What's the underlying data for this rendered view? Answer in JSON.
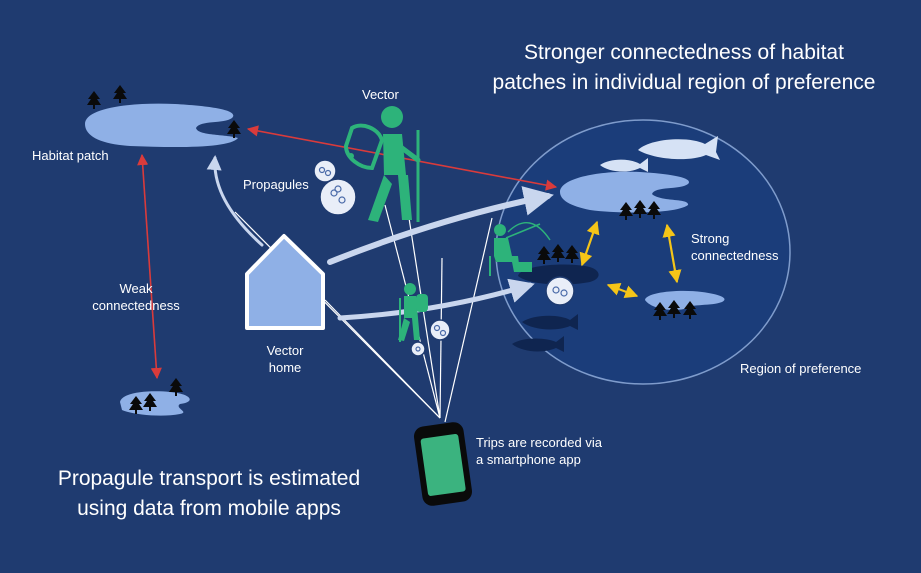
{
  "title": {
    "line1": "Stronger connectedness of habitat",
    "line2": "patches in individual region of preference"
  },
  "caption": {
    "line1": "Propagule transport is estimated",
    "line2": "using data from mobile apps"
  },
  "labels": {
    "habitat_patch": "Habitat patch",
    "vector": "Vector",
    "propagules": "Propagules",
    "weak_line1": "Weak",
    "weak_line2": "connectedness",
    "strong_line1": "Strong",
    "strong_line2": "connectedness",
    "vector_home_line1": "Vector",
    "vector_home_line2": "home",
    "region": "Region of preference",
    "trips_line1": "Trips are recorded via",
    "trips_line2": "a smartphone app"
  },
  "colors": {
    "background": "#1f3b70",
    "region": "#1b3d7a",
    "patch": "#8fb0e6",
    "figure": "#2db37a",
    "link_weak": "#d93b3b",
    "link_strong": "#f5c518",
    "flow_arrow": "#c9d6ee",
    "phone_screen": "#3bb37f"
  },
  "icons": [
    "tree-icon",
    "hiker-icon",
    "angler-icon",
    "fish-icon",
    "house-icon",
    "smartphone-icon",
    "propagule-icon"
  ]
}
